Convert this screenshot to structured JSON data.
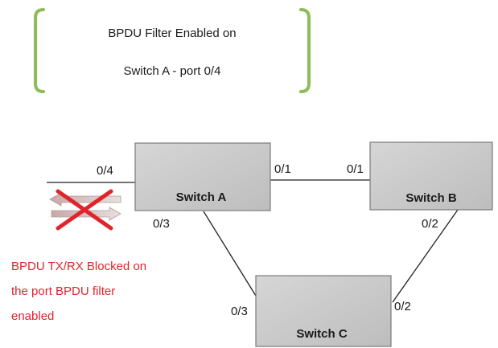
{
  "callout": {
    "line1": "BPDU Filter Enabled on",
    "line2": "Switch A - port 0/4"
  },
  "switches": {
    "a": "Switch A",
    "b": "Switch B",
    "c": "Switch C"
  },
  "ports": {
    "a_left": "0/4",
    "a_right": "0/1",
    "b_left": "0/1",
    "a_bottom": "0/3",
    "b_bottom": "0/2",
    "c_left": "0/3",
    "c_right": "0/2"
  },
  "note": {
    "line1": "BPDU TX/RX Blocked on",
    "line2": "the port BPDU filter",
    "line3": "enabled"
  },
  "colors": {
    "bracket": "#8cbd5a",
    "switch_fill": "#c9c9c9",
    "switch_stroke": "#7a7a7a",
    "cross": "#e0242c",
    "note": "#e0242c"
  }
}
